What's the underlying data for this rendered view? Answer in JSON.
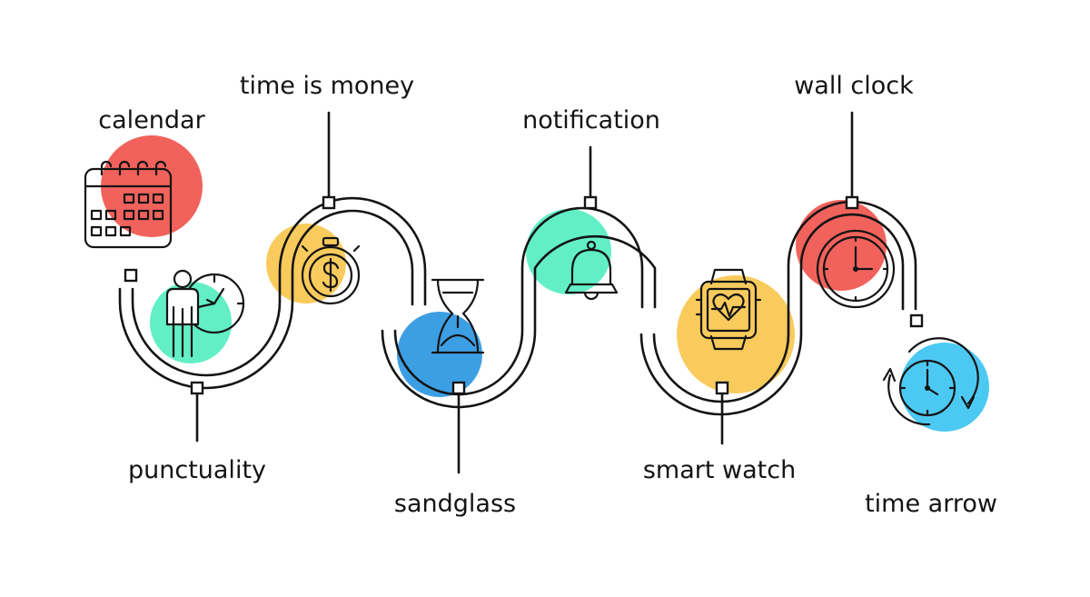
{
  "labels": {
    "calendar": "calendar",
    "punctuality": "punctuality",
    "time_is_money": "time is money",
    "sandglass": "sandglass",
    "notification": "notification",
    "smart_watch": "smart watch",
    "wall_clock": "wall clock",
    "time_arrow": "time arrow"
  },
  "colors": {
    "red": "#f2625c",
    "yellow": "#f9cb5c",
    "mint": "#62efc6",
    "blue": "#3d9fe3",
    "cyan": "#4cc9f3",
    "line": "#141414",
    "symbol": "#d6ad20"
  },
  "icons": [
    "calendar-icon",
    "businessman-clock-icon",
    "stopwatch-dollar-icon",
    "hourglass-icon",
    "bell-icon",
    "smartwatch-heart-icon",
    "wall-clock-icon",
    "clock-arrow-icon"
  ]
}
